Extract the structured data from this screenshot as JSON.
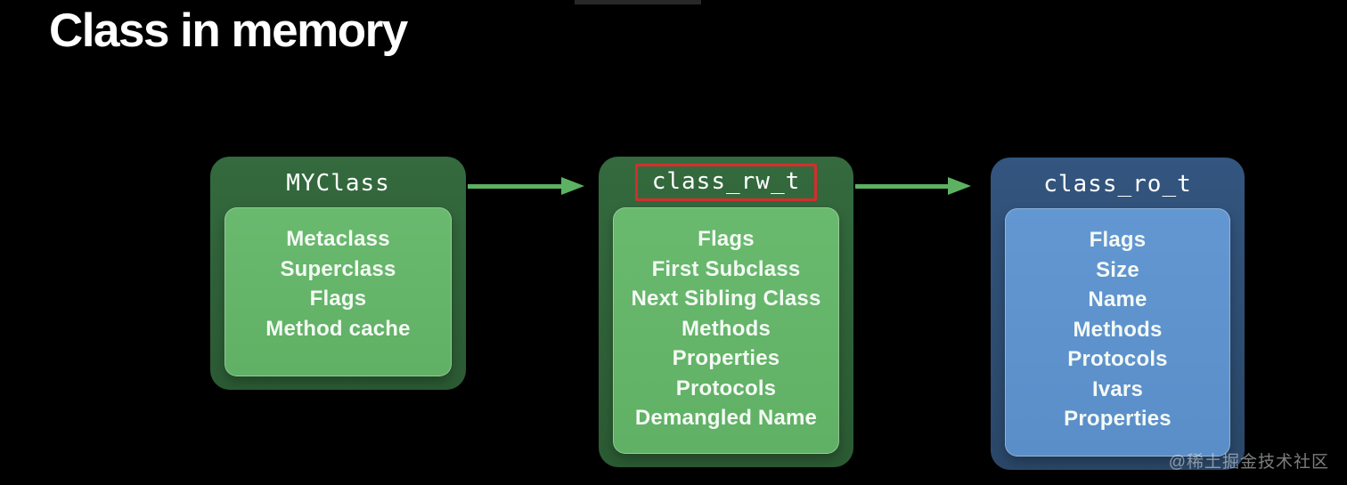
{
  "page": {
    "title": "Class in memory"
  },
  "colors": {
    "bg": "#000000",
    "outer-green": "#2f6137",
    "inner-green": "#65b46a",
    "outer-blue": "#2f4f76",
    "inner-blue": "#6093ce",
    "arrow-green": "#5cb262",
    "red-highlight": "#d22f2c",
    "title-text": "#ffffff",
    "label-text": "#f4faf4"
  },
  "diagram": {
    "boxes": [
      {
        "title": "MYClass",
        "theme": "green",
        "highlighted": false,
        "items": [
          "Metaclass",
          "Superclass",
          "Flags",
          "Method cache"
        ]
      },
      {
        "title": "class_rw_t",
        "theme": "green",
        "highlighted": true,
        "items": [
          "Flags",
          "First Subclass",
          "Next Sibling Class",
          "Methods",
          "Properties",
          "Protocols",
          "Demangled Name"
        ]
      },
      {
        "title": "class_ro_t",
        "theme": "blue",
        "highlighted": false,
        "items": [
          "Flags",
          "Size",
          "Name",
          "Methods",
          "Protocols",
          "Ivars",
          "Properties"
        ]
      }
    ]
  },
  "watermark": "@稀土掘金技术社区"
}
